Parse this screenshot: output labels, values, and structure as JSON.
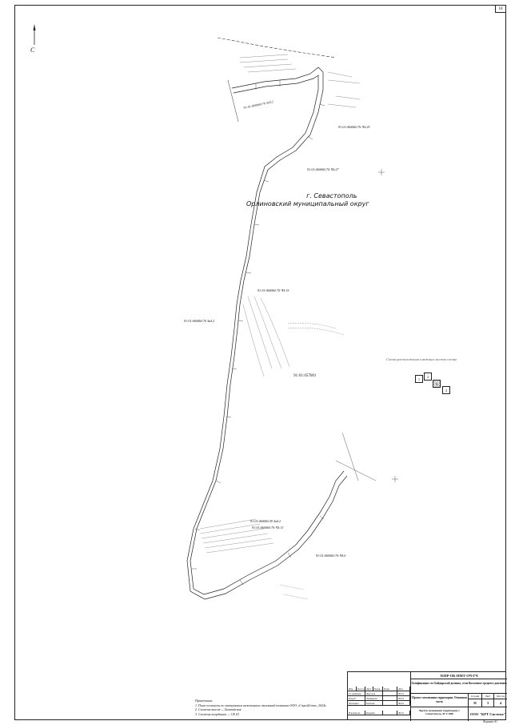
{
  "sheet": {
    "page_number": "18",
    "north_letter": "С",
    "format_label": "Формат А1"
  },
  "map": {
    "city_line1": "г. Севастополь",
    "city_line2": "Орлиновский муниципальный округ",
    "cadastral_labels": [
      "91:01:060060:76 Зн4.2",
      "91:01:060060:70:ЧЗ:29",
      "91:01:060060:70:ЧЗ:27",
      "91:01:060060:70:ЧЗ:15",
      "91:01:060060:76 Зн4.2",
      "91:01:057001",
      "91:01:060060:70:ЧЗ:13",
      "91:01:060060:70:ЧЗ:6",
      "91:01:060060:59 Зн4.2"
    ]
  },
  "scheme": {
    "title": "Схема расположения смежных листов схемы",
    "sheets": [
      "1",
      "2",
      "3",
      "4"
    ]
  },
  "notes": {
    "heading": "Примечания:",
    "items": [
      "1. План составлен по материалам инженерных изысканий компании ООО «СтройСети» 2024г.",
      "2. Система высот — Балтийская",
      "3. Система координат — СК 63"
    ]
  },
  "stamp": {
    "code": "91ПР-ОК-ПМТ-ОЧ-ГЧ",
    "project": "Газификация сел Байдарской долины, сели Колхозное среднего давления",
    "part_title": "Проект межевания территории. Основная часть",
    "drawing_title": "Чертеж межевания территории, г. Севастополь, М 1:1000",
    "stage_label": "Стадия",
    "sheet_label": "Лист",
    "sheets_label": "Листов",
    "stage": "П",
    "sheet": "3",
    "sheets": "4",
    "org": "ООО \"КРТ Система\"",
    "sig_header": [
      "Изм.",
      "Кол.уч.",
      "Лист",
      "№док.",
      "Подп.",
      "Дата"
    ],
    "sig_rows": [
      [
        "Гл. инженер",
        "Федоров",
        "",
        "08.24"
      ],
      [
        "Разраб.",
        "Литвинова",
        "",
        "08.24"
      ],
      [
        "Проверил",
        "Ковалев",
        "",
        "08.24"
      ],
      [
        "Н.контроль",
        "Бурдина",
        "",
        "08.24"
      ]
    ]
  }
}
